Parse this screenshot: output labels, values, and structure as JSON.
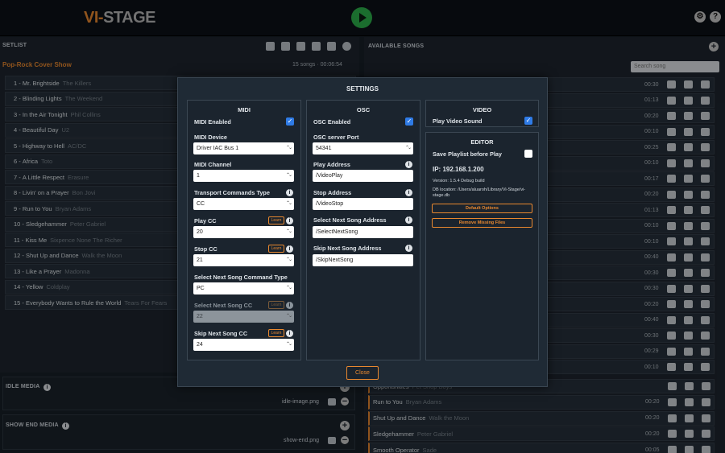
{
  "app": {
    "logo_part1": "VI-",
    "logo_part2": "STAGE"
  },
  "setlist": {
    "header": "SETLIST",
    "name": "Pop-Rock Cover Show",
    "summary": "15 songs · 00:06:54",
    "songs": [
      {
        "num": "1 -",
        "title": "Mr. Brightside",
        "artist": "The Killers"
      },
      {
        "num": "2 -",
        "title": "Blinding Lights",
        "artist": "The Weekend"
      },
      {
        "num": "3 -",
        "title": "In the Air Tonight",
        "artist": "Phil Collins"
      },
      {
        "num": "4 -",
        "title": "Beautiful Day",
        "artist": "U2"
      },
      {
        "num": "5 -",
        "title": "Highway to Hell",
        "artist": "AC/DC"
      },
      {
        "num": "6 -",
        "title": "Africa",
        "artist": "Toto"
      },
      {
        "num": "7 -",
        "title": "A Little Respect",
        "artist": "Erasure"
      },
      {
        "num": "8 -",
        "title": "Livin' on a Prayer",
        "artist": "Bon Jovi"
      },
      {
        "num": "9 -",
        "title": "Run to You",
        "artist": "Bryan Adams"
      },
      {
        "num": "10 -",
        "title": "Sledgehammer",
        "artist": "Peter Gabriel"
      },
      {
        "num": "11 -",
        "title": "Kiss Me",
        "artist": "Sixpence None The Richer"
      },
      {
        "num": "12 -",
        "title": "Shut Up and Dance",
        "artist": "Walk the Moon"
      },
      {
        "num": "13 -",
        "title": "Like a Prayer",
        "artist": "Madonna"
      },
      {
        "num": "14 -",
        "title": "Yellow",
        "artist": "Coldplay"
      },
      {
        "num": "15 -",
        "title": "Everybody Wants to Rule the World",
        "artist": "Tears For Fears"
      }
    ]
  },
  "idle_media": {
    "label": "IDLE MEDIA",
    "file": "idle-image.png"
  },
  "show_end_media": {
    "label": "SHOW END MEDIA",
    "file": "show-end.png"
  },
  "available": {
    "header": "AVAILABLE SONGS",
    "search_placeholder": "Search song",
    "durations": [
      "00:30",
      "01:13",
      "00:20",
      "00:10",
      "00:25",
      "00:10",
      "00:17",
      "00:20",
      "01:13",
      "00:10",
      "00:10",
      "00:40",
      "00:30",
      "00:30",
      "00:20",
      "00:40",
      "00:30",
      "00:29",
      "00:10"
    ],
    "bottom_songs": [
      {
        "title": "Opportunities",
        "artist": "Pet Shop Boys",
        "dur": ""
      },
      {
        "title": "Run to You",
        "artist": "Bryan Adams",
        "dur": "00:20"
      },
      {
        "title": "Shut Up and Dance",
        "artist": "Walk the Moon",
        "dur": "00:20"
      },
      {
        "title": "Sledgehammer",
        "artist": "Peter Gabriel",
        "dur": "00:20"
      },
      {
        "title": "Smooth Operator",
        "artist": "Sade",
        "dur": "00:05"
      }
    ]
  },
  "settings": {
    "title": "SETTINGS",
    "close": "Close",
    "midi": {
      "title": "MIDI",
      "enabled_label": "MIDI Enabled",
      "device_label": "MIDI Device",
      "device_value": "Driver IAC Bus 1",
      "channel_label": "MIDI Channel",
      "channel_value": "1",
      "transport_label": "Transport Commands Type",
      "transport_value": "CC",
      "play_cc_label": "Play CC",
      "play_cc_value": "20",
      "stop_cc_label": "Stop CC",
      "stop_cc_value": "21",
      "next_cmd_label": "Select Next Song Command Type",
      "next_cmd_value": "PC",
      "next_cc_label": "Select Next Song CC",
      "next_cc_value": "22",
      "skip_cc_label": "Skip Next Song CC",
      "skip_cc_value": "24",
      "learn": "Learn"
    },
    "osc": {
      "title": "OSC",
      "enabled_label": "OSC Enabled",
      "port_label": "OSC server Port",
      "port_value": "54341",
      "play_label": "Play Address",
      "play_value": "/VideoPlay",
      "stop_label": "Stop Address",
      "stop_value": "/VideoStop",
      "next_label": "Select Next Song Address",
      "next_value": "/SelectNextSong",
      "skip_label": "Skip Next Song Address",
      "skip_value": "/SkipNextSong"
    },
    "video": {
      "title": "VIDEO",
      "sound_label": "Play Video Sound"
    },
    "editor": {
      "title": "EDITOR",
      "save_label": "Save Playlist before Play",
      "ip": "IP: 192.168.1.200",
      "version": "Version: 1.5.4 Debug build",
      "db": "DB location: /Users/aluaroh/Library/Vi-Stage/vi-stage.db",
      "default_options": "Default Options",
      "remove_missing": "Remove Missing Files"
    }
  }
}
